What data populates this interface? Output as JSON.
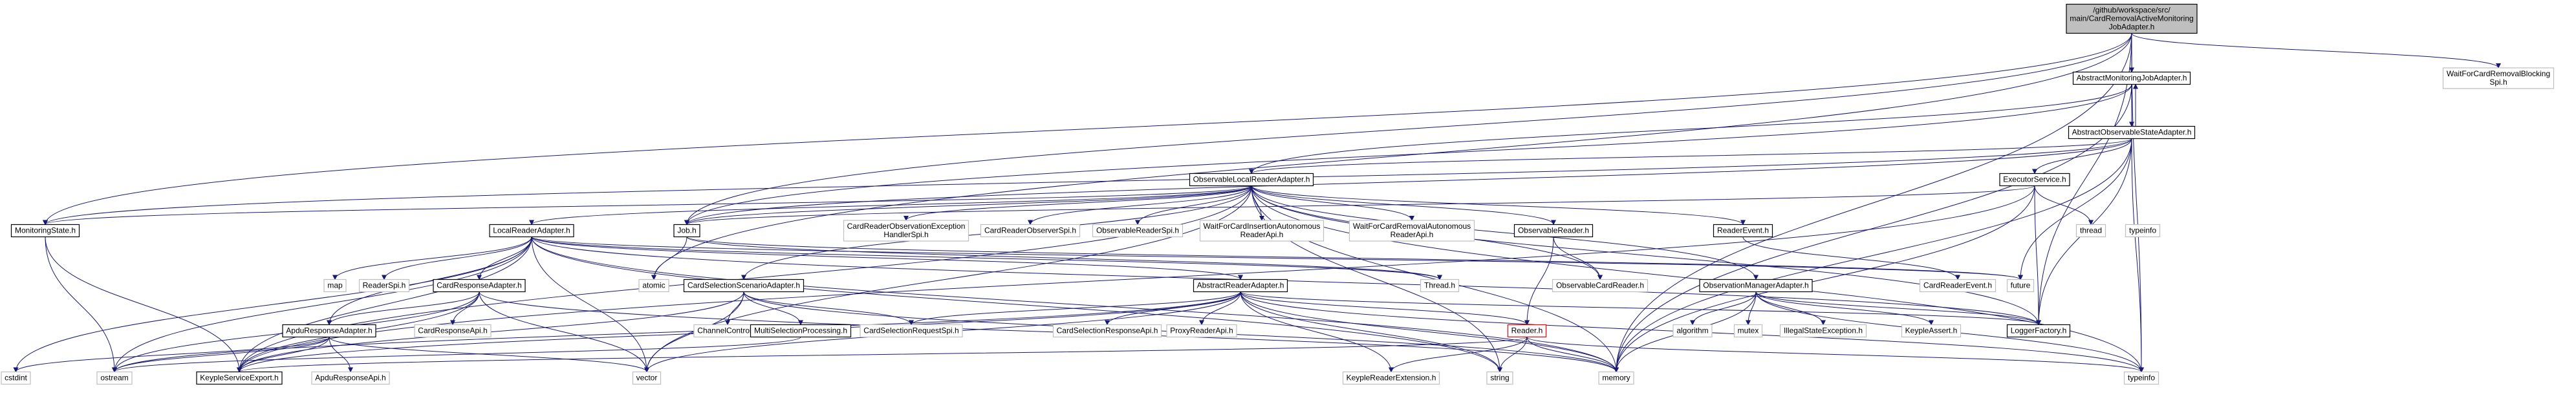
{
  "diagram": {
    "type": "include-dependency-graph",
    "colors": {
      "edge": "#191970",
      "root_fill": "#bfbfbf",
      "file_border": "#000000",
      "system_border": "#bfbfbf",
      "red_border": "#ff0000"
    },
    "nodes": [
      {
        "id": "root",
        "lines": [
          "/github/workspace/src/",
          "main/CardRemovalActiveMonitoring",
          "JobAdapter.h"
        ],
        "kind": "root"
      },
      {
        "id": "AMJA",
        "lines": [
          "AbstractMonitoringJobAdapter.h"
        ],
        "kind": "file"
      },
      {
        "id": "WFCRB",
        "lines": [
          "WaitForCardRemovalBlocking",
          "Spi.h"
        ],
        "kind": "system"
      },
      {
        "id": "AOSA",
        "lines": [
          "AbstractObservableStateAdapter.h"
        ],
        "kind": "file"
      },
      {
        "id": "OLRA",
        "lines": [
          "ObservableLocalReaderAdapter.h"
        ],
        "kind": "file"
      },
      {
        "id": "ES",
        "lines": [
          "ExecutorService.h"
        ],
        "kind": "file"
      },
      {
        "id": "thread",
        "lines": [
          "thread"
        ],
        "kind": "system"
      },
      {
        "id": "typeinfo2",
        "lines": [
          "typeinfo"
        ],
        "kind": "system"
      },
      {
        "id": "MS",
        "lines": [
          "MonitoringState.h"
        ],
        "kind": "file"
      },
      {
        "id": "LRA",
        "lines": [
          "LocalReaderAdapter.h"
        ],
        "kind": "file"
      },
      {
        "id": "Job",
        "lines": [
          "Job.h"
        ],
        "kind": "file"
      },
      {
        "id": "CROEH",
        "lines": [
          "CardReaderObservationException",
          "HandlerSpi.h"
        ],
        "kind": "system"
      },
      {
        "id": "CROS",
        "lines": [
          "CardReaderObserverSpi.h"
        ],
        "kind": "system"
      },
      {
        "id": "ORS",
        "lines": [
          "ObservableReaderSpi.h"
        ],
        "kind": "system"
      },
      {
        "id": "WFCIA",
        "lines": [
          "WaitForCardInsertionAutonomous",
          "ReaderApi.h"
        ],
        "kind": "system"
      },
      {
        "id": "WFCRA",
        "lines": [
          "WaitForCardRemovalAutonomous",
          "ReaderApi.h"
        ],
        "kind": "system"
      },
      {
        "id": "OR",
        "lines": [
          "ObservableReader.h"
        ],
        "kind": "file"
      },
      {
        "id": "RE",
        "lines": [
          "ReaderEvent.h"
        ],
        "kind": "file"
      },
      {
        "id": "map",
        "lines": [
          "map"
        ],
        "kind": "system"
      },
      {
        "id": "RS",
        "lines": [
          "ReaderSpi.h"
        ],
        "kind": "system"
      },
      {
        "id": "CRA",
        "lines": [
          "CardResponseAdapter.h"
        ],
        "kind": "file"
      },
      {
        "id": "atomic",
        "lines": [
          "atomic"
        ],
        "kind": "system"
      },
      {
        "id": "CSSA",
        "lines": [
          "CardSelectionScenarioAdapter.h"
        ],
        "kind": "file"
      },
      {
        "id": "ARA",
        "lines": [
          "AbstractReaderAdapter.h"
        ],
        "kind": "file"
      },
      {
        "id": "ThreadH",
        "lines": [
          "Thread.h"
        ],
        "kind": "system"
      },
      {
        "id": "OCR",
        "lines": [
          "ObservableCardReader.h"
        ],
        "kind": "system"
      },
      {
        "id": "OMA",
        "lines": [
          "ObservationManagerAdapter.h"
        ],
        "kind": "file"
      },
      {
        "id": "future",
        "lines": [
          "future"
        ],
        "kind": "system"
      },
      {
        "id": "CRE",
        "lines": [
          "CardReaderEvent.h"
        ],
        "kind": "system"
      },
      {
        "id": "CRApi",
        "lines": [
          "CardResponseApi.h"
        ],
        "kind": "system"
      },
      {
        "id": "AAdapt",
        "lines": [
          "ApduResponseAdapter.h"
        ],
        "kind": "file"
      },
      {
        "id": "CC",
        "lines": [
          "ChannelControl.h"
        ],
        "kind": "system"
      },
      {
        "id": "MSP",
        "lines": [
          "MultiSelectionProcessing.h"
        ],
        "kind": "file"
      },
      {
        "id": "CSRS",
        "lines": [
          "CardSelectionRequestSpi.h"
        ],
        "kind": "system"
      },
      {
        "id": "CSResApi",
        "lines": [
          "CardSelectionResponseApi.h"
        ],
        "kind": "system"
      },
      {
        "id": "PRA",
        "lines": [
          "ProxyReaderApi.h"
        ],
        "kind": "system"
      },
      {
        "id": "Reader",
        "lines": [
          "Reader.h"
        ],
        "kind": "red"
      },
      {
        "id": "algorithm",
        "lines": [
          "algorithm"
        ],
        "kind": "system"
      },
      {
        "id": "mutex",
        "lines": [
          "mutex"
        ],
        "kind": "system"
      },
      {
        "id": "ISE",
        "lines": [
          "IllegalStateException.h"
        ],
        "kind": "system"
      },
      {
        "id": "KA",
        "lines": [
          "KeypleAssert.h"
        ],
        "kind": "system"
      },
      {
        "id": "LF",
        "lines": [
          "LoggerFactory.h"
        ],
        "kind": "file"
      },
      {
        "id": "cstdint",
        "lines": [
          "cstdint"
        ],
        "kind": "system"
      },
      {
        "id": "ostream",
        "lines": [
          "ostream"
        ],
        "kind": "system"
      },
      {
        "id": "KSE",
        "lines": [
          "KeypleServiceExport.h"
        ],
        "kind": "file"
      },
      {
        "id": "AApi",
        "lines": [
          "ApduResponseApi.h"
        ],
        "kind": "system"
      },
      {
        "id": "vector",
        "lines": [
          "vector"
        ],
        "kind": "system"
      },
      {
        "id": "KRE",
        "lines": [
          "KeypleReaderExtension.h"
        ],
        "kind": "system"
      },
      {
        "id": "string",
        "lines": [
          "string"
        ],
        "kind": "system"
      },
      {
        "id": "memory",
        "lines": [
          "memory"
        ],
        "kind": "system"
      },
      {
        "id": "typeinfo",
        "lines": [
          "typeinfo"
        ],
        "kind": "system"
      }
    ],
    "edges": [
      [
        "root",
        "AMJA"
      ],
      [
        "root",
        "WFCRB"
      ],
      [
        "root",
        "MS"
      ],
      [
        "root",
        "Job"
      ],
      [
        "root",
        "atomic"
      ],
      [
        "root",
        "LF"
      ],
      [
        "root",
        "typeinfo"
      ],
      [
        "root",
        "memory"
      ],
      [
        "AMJA",
        "AOSA"
      ],
      [
        "AMJA",
        "OLRA"
      ],
      [
        "AMJA",
        "Job"
      ],
      [
        "AMJA",
        "memory"
      ],
      [
        "AOSA",
        "AMJA"
      ],
      [
        "AOSA",
        "OLRA"
      ],
      [
        "AOSA",
        "ES"
      ],
      [
        "AOSA",
        "MS"
      ],
      [
        "AOSA",
        "Job"
      ],
      [
        "AOSA",
        "LF"
      ],
      [
        "AOSA",
        "future"
      ],
      [
        "AOSA",
        "memory"
      ],
      [
        "AOSA",
        "typeinfo"
      ],
      [
        "ES",
        "thread"
      ],
      [
        "ES",
        "Job"
      ],
      [
        "ES",
        "LF"
      ],
      [
        "ES",
        "memory"
      ],
      [
        "ES",
        "KSE"
      ],
      [
        "OLRA",
        "MS"
      ],
      [
        "OLRA",
        "LRA"
      ],
      [
        "OLRA",
        "Job"
      ],
      [
        "OLRA",
        "CROEH"
      ],
      [
        "OLRA",
        "CROS"
      ],
      [
        "OLRA",
        "ORS"
      ],
      [
        "OLRA",
        "WFCIA"
      ],
      [
        "OLRA",
        "WFCRA"
      ],
      [
        "OLRA",
        "OR"
      ],
      [
        "OLRA",
        "RE"
      ],
      [
        "OLRA",
        "OMA"
      ],
      [
        "OLRA",
        "CSSA"
      ],
      [
        "OLRA",
        "KSE"
      ],
      [
        "OLRA",
        "LF"
      ],
      [
        "OLRA",
        "memory"
      ],
      [
        "OLRA",
        "typeinfo"
      ],
      [
        "OLRA",
        "string"
      ],
      [
        "OLRA",
        "vector"
      ],
      [
        "OLRA",
        "OCR"
      ],
      [
        "MS",
        "ostream"
      ],
      [
        "MS",
        "KSE"
      ],
      [
        "LRA",
        "map"
      ],
      [
        "LRA",
        "RS"
      ],
      [
        "LRA",
        "CRA"
      ],
      [
        "LRA",
        "AAdapt"
      ],
      [
        "LRA",
        "ARA"
      ],
      [
        "LRA",
        "ThreadH"
      ],
      [
        "LRA",
        "LF"
      ],
      [
        "LRA",
        "cstdint"
      ],
      [
        "LRA",
        "ostream"
      ],
      [
        "LRA",
        "vector"
      ],
      [
        "LRA",
        "KSE"
      ],
      [
        "LRA",
        "future"
      ],
      [
        "LRA",
        "string"
      ],
      [
        "LRA",
        "memory"
      ],
      [
        "Job",
        "atomic"
      ],
      [
        "Job",
        "ThreadH"
      ],
      [
        "Job",
        "future"
      ],
      [
        "OR",
        "OCR"
      ],
      [
        "OR",
        "Reader"
      ],
      [
        "RE",
        "CRE"
      ],
      [
        "CRA",
        "CRApi"
      ],
      [
        "CRA",
        "AAdapt"
      ],
      [
        "CRA",
        "KSE"
      ],
      [
        "CRA",
        "ostream"
      ],
      [
        "CRA",
        "vector"
      ],
      [
        "CRA",
        "memory"
      ],
      [
        "AAdapt",
        "AApi"
      ],
      [
        "AAdapt",
        "KSE"
      ],
      [
        "AAdapt",
        "cstdint"
      ],
      [
        "AAdapt",
        "ostream"
      ],
      [
        "AAdapt",
        "vector"
      ],
      [
        "CSSA",
        "CC"
      ],
      [
        "CSSA",
        "MSP"
      ],
      [
        "CSSA",
        "CSRS"
      ],
      [
        "CSSA",
        "KSE"
      ],
      [
        "CSSA",
        "vector"
      ],
      [
        "CSSA",
        "memory"
      ],
      [
        "MSP",
        "ostream"
      ],
      [
        "ARA",
        "CSRS"
      ],
      [
        "ARA",
        "CSResApi"
      ],
      [
        "ARA",
        "PRA"
      ],
      [
        "ARA",
        "Reader"
      ],
      [
        "ARA",
        "KRE"
      ],
      [
        "ARA",
        "LF"
      ],
      [
        "ARA",
        "KSE"
      ],
      [
        "ARA",
        "vector"
      ],
      [
        "ARA",
        "string"
      ],
      [
        "ARA",
        "memory"
      ],
      [
        "ARA",
        "typeinfo"
      ],
      [
        "ARA",
        "ostream"
      ],
      [
        "Reader",
        "KRE"
      ],
      [
        "Reader",
        "string"
      ],
      [
        "Reader",
        "memory"
      ],
      [
        "Reader",
        "typeinfo"
      ],
      [
        "Reader",
        "KSE"
      ],
      [
        "OMA",
        "algorithm"
      ],
      [
        "OMA",
        "mutex"
      ],
      [
        "OMA",
        "ISE"
      ],
      [
        "OMA",
        "KA"
      ],
      [
        "OMA",
        "LF"
      ],
      [
        "OMA",
        "memory"
      ],
      [
        "OMA",
        "typeinfo"
      ]
    ]
  }
}
